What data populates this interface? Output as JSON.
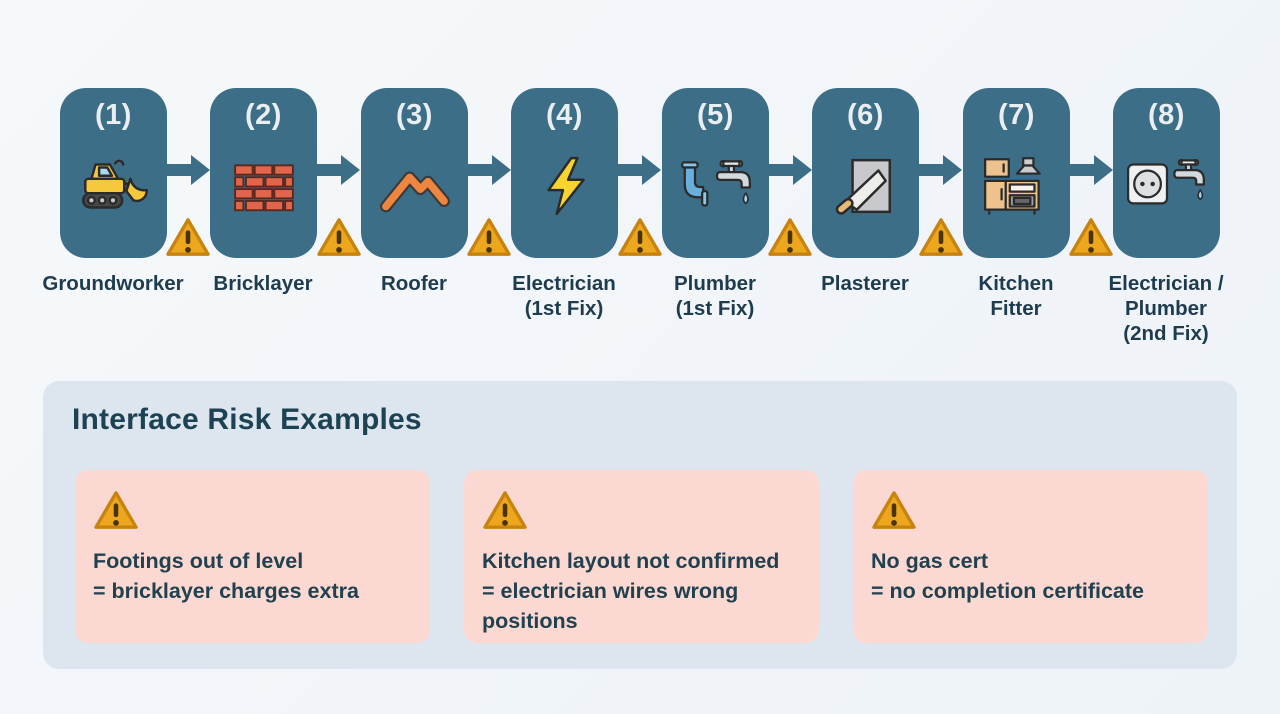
{
  "flow": {
    "stages": [
      {
        "number": "(1)",
        "label": "Groundworker",
        "icon": "digger"
      },
      {
        "number": "(2)",
        "label": "Bricklayer",
        "icon": "brick-wall"
      },
      {
        "number": "(3)",
        "label": "Roofer",
        "icon": "roof"
      },
      {
        "number": "(4)",
        "label": "Electrician\n(1st Fix)",
        "icon": "lightning-bolt"
      },
      {
        "number": "(5)",
        "label": "Plumber\n(1st Fix)",
        "icon": "tap-and-pipe"
      },
      {
        "number": "(6)",
        "label": "Plasterer",
        "icon": "trowel-and-board"
      },
      {
        "number": "(7)",
        "label": "Kitchen\nFitter",
        "icon": "kitchen-unit"
      },
      {
        "number": "(8)",
        "label": "Electrician /\nPlumber\n(2nd Fix)",
        "icon": "socket-and-tap"
      }
    ],
    "connector_icon": "arrow-right",
    "gap_warning_icon": "warning-triangle"
  },
  "risk_panel": {
    "title": "Interface Risk Examples",
    "cards": [
      {
        "icon": "warning-triangle",
        "text": "Footings out of level\n= bricklayer charges extra"
      },
      {
        "icon": "warning-triangle",
        "text": "Kitchen layout not confirmed\n= electrician wires wrong positions"
      },
      {
        "icon": "warning-triangle",
        "text": "No gas cert\n= no completion certificate"
      }
    ]
  },
  "colors": {
    "stage_card": "#3D6E87",
    "arrow": "#3D6E87",
    "warning_fill": "#ECA71F",
    "warning_border": "#C8830F",
    "panel_background": "#DDE6EE",
    "risk_card_background": "#FBD9D2",
    "heading_text": "#1C4254",
    "label_text": "#1E3C4E",
    "page_background": "#F3F7FA"
  }
}
